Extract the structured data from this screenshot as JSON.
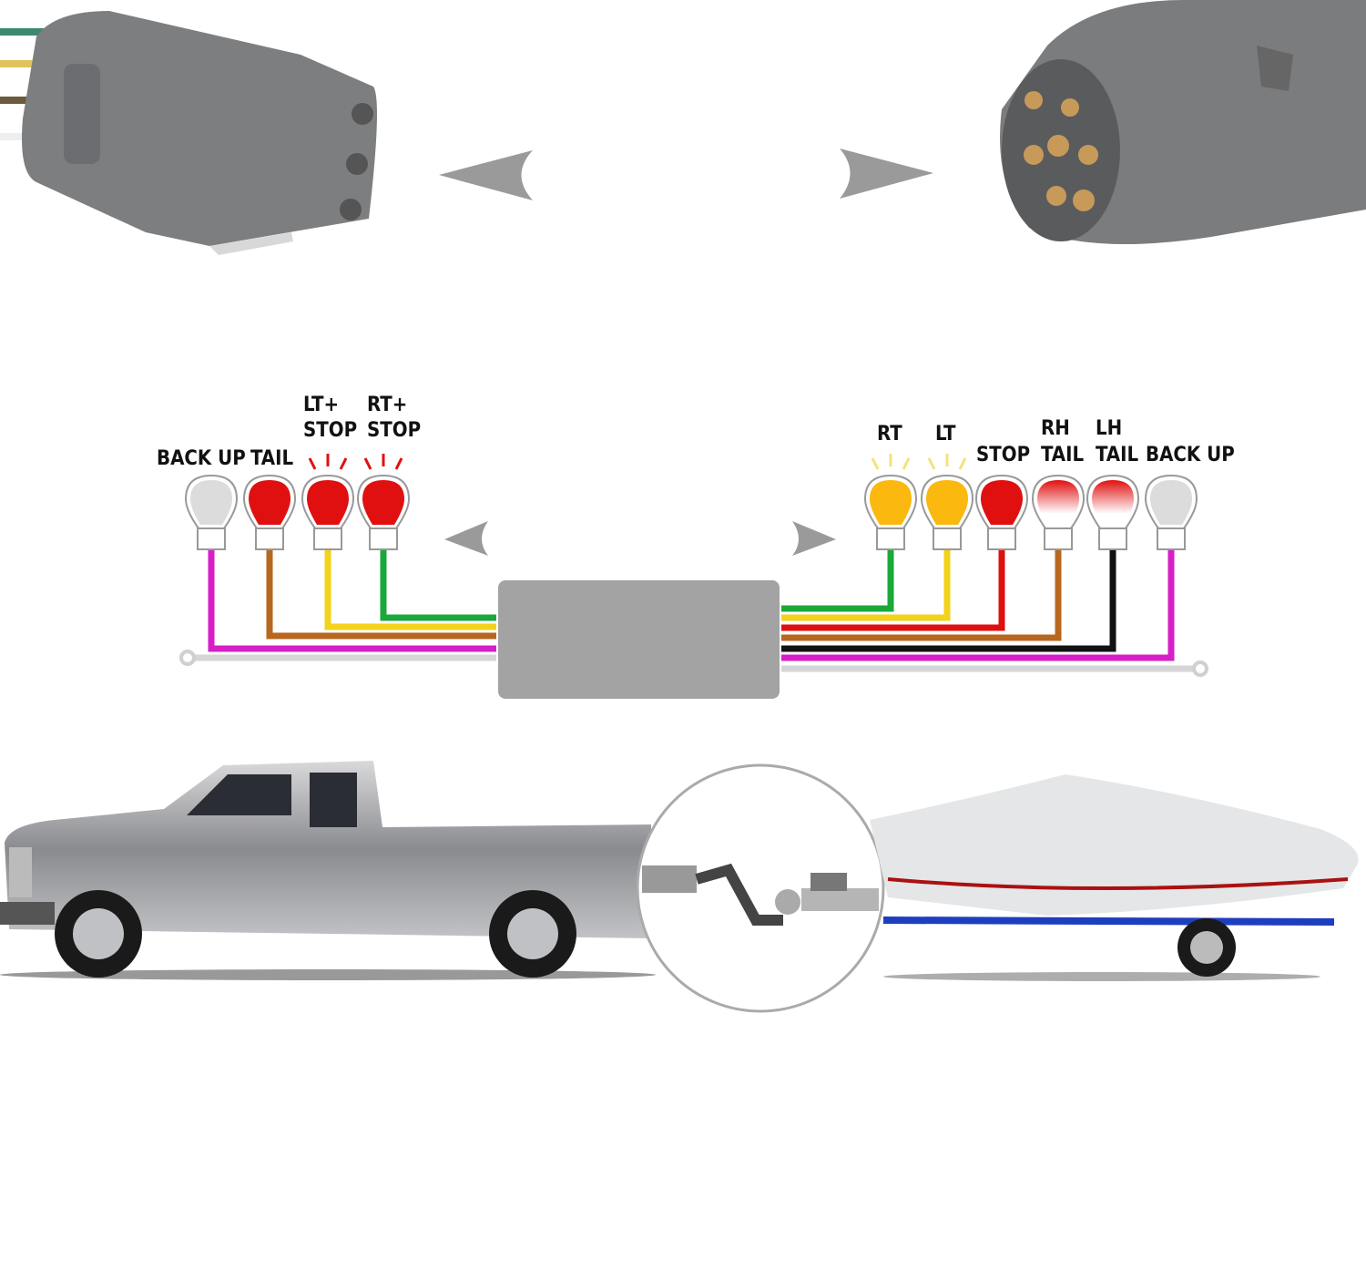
{
  "colors": {
    "green": "#1aa83a",
    "yellow": "#f2d21b",
    "brown": "#b8671f",
    "magenta": "#d61fc8",
    "red": "#e01010",
    "black": "#111111",
    "ground": "#d6d6d6",
    "amber": "#fbb80e",
    "box": "#a3a3a3"
  },
  "left_side": {
    "labels": {
      "backup": "BACK UP",
      "tail": "TAIL",
      "lt_line1": "LT+",
      "lt_line2": "STOP",
      "rt_line1": "RT+",
      "rt_line2": "STOP"
    }
  },
  "right_side": {
    "labels": {
      "rt": "RT",
      "lt": "LT",
      "stop": "STOP",
      "rh_line1": "RH",
      "rh_line2": "TAIL",
      "lh_line1": "LH",
      "lh_line2": "TAIL",
      "backup": "BACK UP"
    }
  }
}
